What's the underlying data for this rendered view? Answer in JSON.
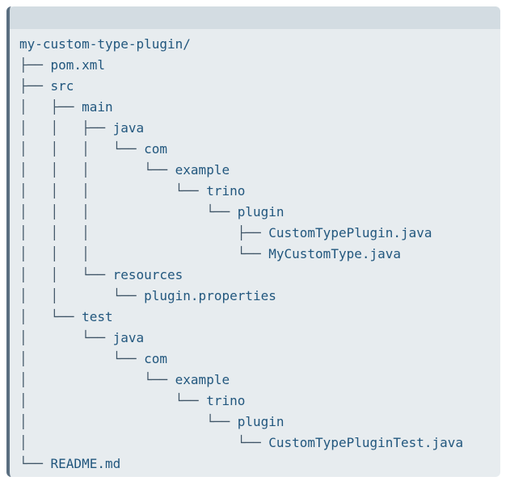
{
  "tree": {
    "lines": [
      {
        "branch": "",
        "name": "my-custom-type-plugin/"
      },
      {
        "branch": "├── ",
        "name": "pom.xml"
      },
      {
        "branch": "├── ",
        "name": "src"
      },
      {
        "branch": "│   ├── ",
        "name": "main"
      },
      {
        "branch": "│   │   ├── ",
        "name": "java"
      },
      {
        "branch": "│   │   │   └── ",
        "name": "com"
      },
      {
        "branch": "│   │   │       └── ",
        "name": "example"
      },
      {
        "branch": "│   │   │           └── ",
        "name": "trino"
      },
      {
        "branch": "│   │   │               └── ",
        "name": "plugin"
      },
      {
        "branch": "│   │   │                   ├── ",
        "name": "CustomTypePlugin.java"
      },
      {
        "branch": "│   │   │                   └── ",
        "name": "MyCustomType.java"
      },
      {
        "branch": "│   │   └── ",
        "name": "resources"
      },
      {
        "branch": "│   │       └── ",
        "name": "plugin.properties"
      },
      {
        "branch": "│   └── ",
        "name": "test"
      },
      {
        "branch": "│       └── ",
        "name": "java"
      },
      {
        "branch": "│           └── ",
        "name": "com"
      },
      {
        "branch": "│               └── ",
        "name": "example"
      },
      {
        "branch": "│                   └── ",
        "name": "trino"
      },
      {
        "branch": "│                       └── ",
        "name": "plugin"
      },
      {
        "branch": "│                           └── ",
        "name": "CustomTypePluginTest.java"
      },
      {
        "branch": "└── ",
        "name": "README.md"
      }
    ]
  }
}
